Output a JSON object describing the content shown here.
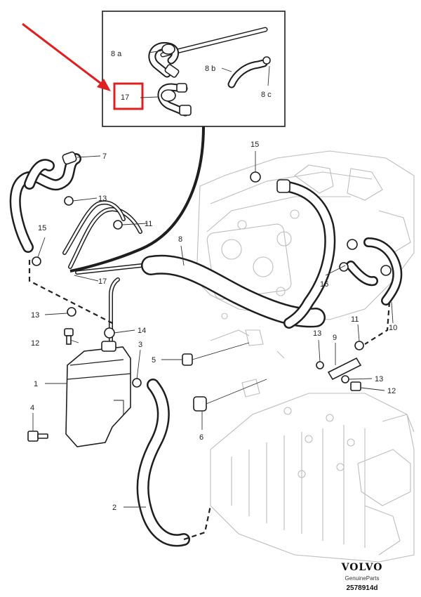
{
  "diagram": {
    "callouts": {
      "p1": "1",
      "p2": "2",
      "p3": "3",
      "p4": "4",
      "p5": "5",
      "p6": "6",
      "p7": "7",
      "p8": "8",
      "p9": "9",
      "p10": "10",
      "p11a": "11",
      "p11b": "11",
      "p12a": "12",
      "p12b": "12",
      "p13a": "13",
      "p13b": "13",
      "p13c": "13",
      "p13d": "13",
      "p14": "14",
      "p15a": "15",
      "p15b": "15",
      "p16": "16",
      "p17": "17"
    },
    "inset": {
      "label_8a": "8 a",
      "label_8b": "8 b",
      "label_8c": "8 c",
      "label_17": "17"
    }
  },
  "brand": {
    "logo": "VOLVO",
    "line1": "GenuineParts",
    "code": "2578914d"
  },
  "colors": {
    "highlight": "#e02020",
    "ink": "#1e1e1e",
    "engine_gray": "#bcbcbc"
  }
}
